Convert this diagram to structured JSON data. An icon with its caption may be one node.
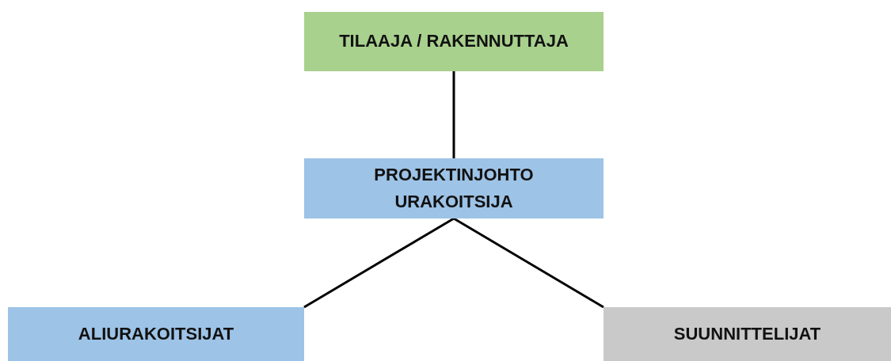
{
  "diagram": {
    "nodes": [
      {
        "text": [
          "TILAAJA / RAKENNUTTAJA"
        ]
      },
      {
        "text": [
          "PROJEKTINJOHTO URAKOITSIJA"
        ]
      },
      {
        "text": [
          "ALIURAKOITSIJAT"
        ]
      },
      {
        "text": [
          "SUUNNITTELIJAT"
        ]
      }
    ],
    "edges": [
      {
        "from": 0,
        "to": 1,
        "arrow": "none"
      },
      {
        "from": 1,
        "to": 2,
        "arrow": "none"
      },
      {
        "from": 1,
        "to": 3,
        "arrow": "none"
      }
    ]
  }
}
